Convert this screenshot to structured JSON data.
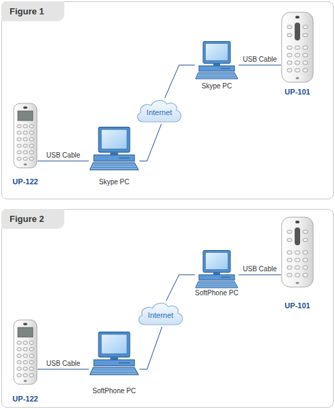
{
  "diagram": {
    "nodes": [
      {
        "text": [
          "Figure 1"
        ]
      },
      {
        "text": [
          "UP-122"
        ],
        "in": 0
      },
      {
        "text": [
          "Skype PC"
        ],
        "in": 0
      },
      {
        "text": [
          "Internet"
        ],
        "in": 0
      },
      {
        "text": [
          "Skype PC"
        ],
        "in": 0
      },
      {
        "text": [
          "UP-101"
        ],
        "in": 0
      },
      {
        "text": [
          "Figure 2"
        ]
      },
      {
        "text": [
          "UP-122"
        ],
        "in": 6
      },
      {
        "text": [
          "SoftPhone PC"
        ],
        "in": 6
      },
      {
        "text": [
          "Internet"
        ],
        "in": 6
      },
      {
        "text": [
          "SoftPhone PC"
        ],
        "in": 6
      },
      {
        "text": [
          "UP-101"
        ],
        "in": 6
      }
    ],
    "edges": [
      {
        "from": 1,
        "to": 2,
        "label": "USB Cable",
        "arrow": "none"
      },
      {
        "from": 2,
        "to": 3,
        "arrow": "none"
      },
      {
        "from": 3,
        "to": 4,
        "arrow": "none"
      },
      {
        "from": 4,
        "to": 5,
        "label": "USB Cable",
        "arrow": "none"
      },
      {
        "from": 7,
        "to": 8,
        "label": "USB Cable",
        "arrow": "none"
      },
      {
        "from": 8,
        "to": 9,
        "arrow": "none"
      },
      {
        "from": 9,
        "to": 10,
        "arrow": "none"
      },
      {
        "from": 10,
        "to": 11,
        "label": "USB Cable",
        "arrow": "none"
      }
    ]
  }
}
